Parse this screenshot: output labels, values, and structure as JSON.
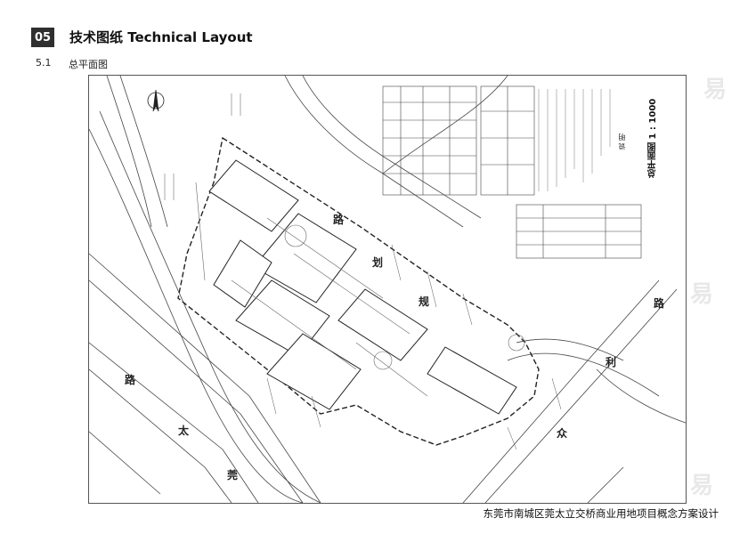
{
  "header": {
    "section_number": "05",
    "section_title": "技术图纸  Technical Layout"
  },
  "subsection": {
    "number": "5.1",
    "label": "总平面图"
  },
  "drawing": {
    "scale_label": "总平面图  1 : 1000",
    "notes_title": "说 明",
    "road_labels": {
      "left_road_a": "路",
      "left_road_b": "太",
      "left_road_c": "莞",
      "north_road_a": "路",
      "north_road_b": "划",
      "north_road_c": "规",
      "east_road_a": "路",
      "east_road_b": "利",
      "east_road_c": "众"
    }
  },
  "footer": {
    "project_title": "东莞市南城区莞太立交桥商业用地项目概念方案设计"
  },
  "watermark": {
    "text": "易"
  }
}
